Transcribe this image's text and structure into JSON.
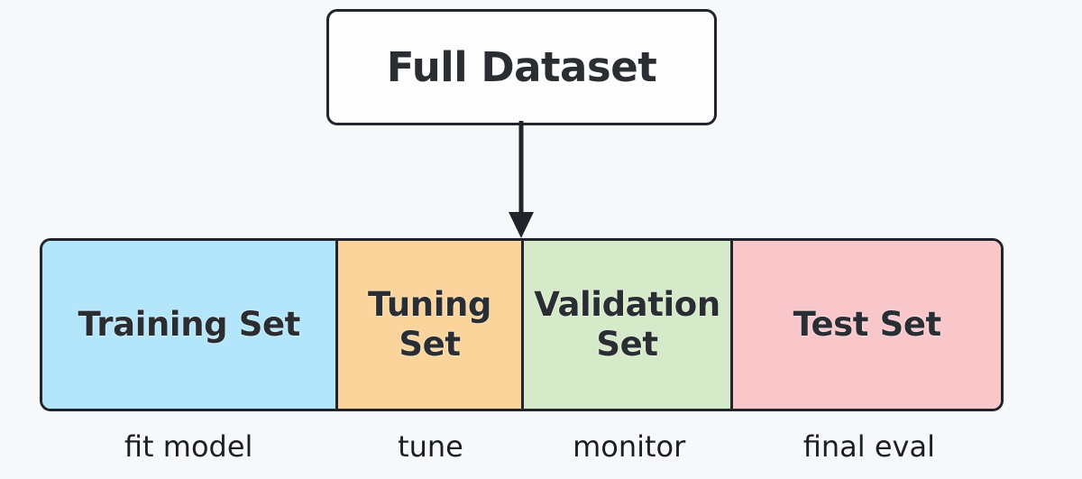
{
  "diagram": {
    "title_node": {
      "label": "Full Dataset"
    },
    "connector": {
      "icon": "down-arrow-icon",
      "from": "Full Dataset",
      "to": "split-bar"
    },
    "splits": [
      {
        "label": "Training Set",
        "caption": "fit model",
        "color": "#b3e6fb",
        "width_pct": 30.9
      },
      {
        "label": "Tuning Set",
        "caption": "tune",
        "color": "#fad49a",
        "width_pct": 19.3
      },
      {
        "label": "Validation Set",
        "caption": "monitor",
        "color": "#d4eac8",
        "width_pct": 21.9
      },
      {
        "label": "Test Set",
        "caption": "final eval",
        "color": "#f9c6ca",
        "width_pct": 27.9
      }
    ],
    "style": {
      "background": "#f7f8f9",
      "stroke": "#21252b",
      "text": "#2a2e33"
    }
  }
}
